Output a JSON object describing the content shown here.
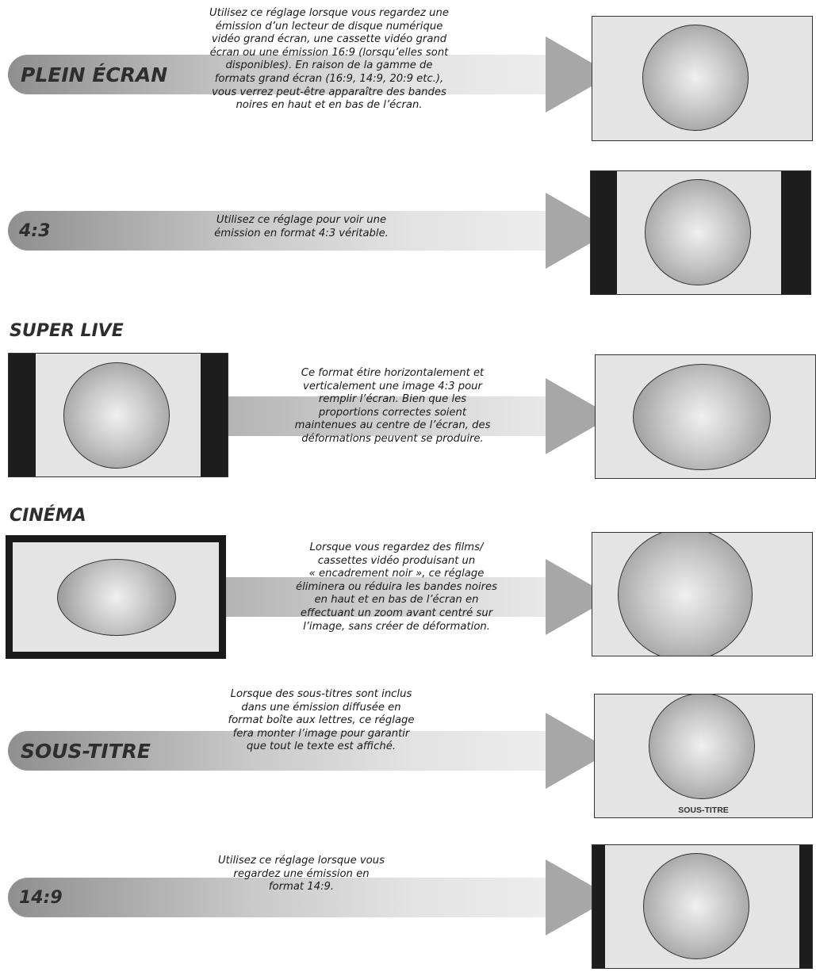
{
  "sections": [
    {
      "label": "PLEIN ÉCRAN",
      "text": "Utilisez ce réglage lorsque vous regardez une\némission d’un lecteur de disque numérique\nvidéo grand écran, une cassette vidéo grand\nécran ou une émission 16:9 (lorsqu’elles sont\ndisponibles). En raison de la gamme de\nformats grand écran (16:9, 14:9, 20:9 etc.),\nvous verrez peut-être apparaître des bandes\nnoires en haut et en bas de l’écran."
    },
    {
      "label": "4:3",
      "text": "Utilisez ce réglage pour voir une\némission en format 4:3 véritable."
    },
    {
      "label": "SUPER LIVE",
      "text": "Ce format étire horizontalement et\nverticalement une image 4:3 pour\nremplir l’écran. Bien que les\nproportions correctes soient\nmaintenues au centre de l’écran, des\ndéformations peuvent se produire."
    },
    {
      "label": "CINÉMA",
      "text": "Lorsque vous regardez des films/\ncassettes vidéo produisant un\n« encadrement noir », ce réglage\néliminera ou réduira les bandes noires\nen haut et en bas de l’écran en\neffectuant un zoom avant centré sur\nl’image, sans créer de déformation."
    },
    {
      "label": "SOUS-TITRE",
      "text": "Lorsque des sous-titres sont inclus\ndans une émission diffusée en\nformat boîte aux lettres, ce réglage\nfera monter l’image pour garantir\nque tout le texte est affiché.",
      "screen_caption": "SOUS-TITRE"
    },
    {
      "label": "14:9",
      "text": "Utilisez ce réglage lorsque vous\nregardez une émission en\nformat 14:9."
    }
  ]
}
